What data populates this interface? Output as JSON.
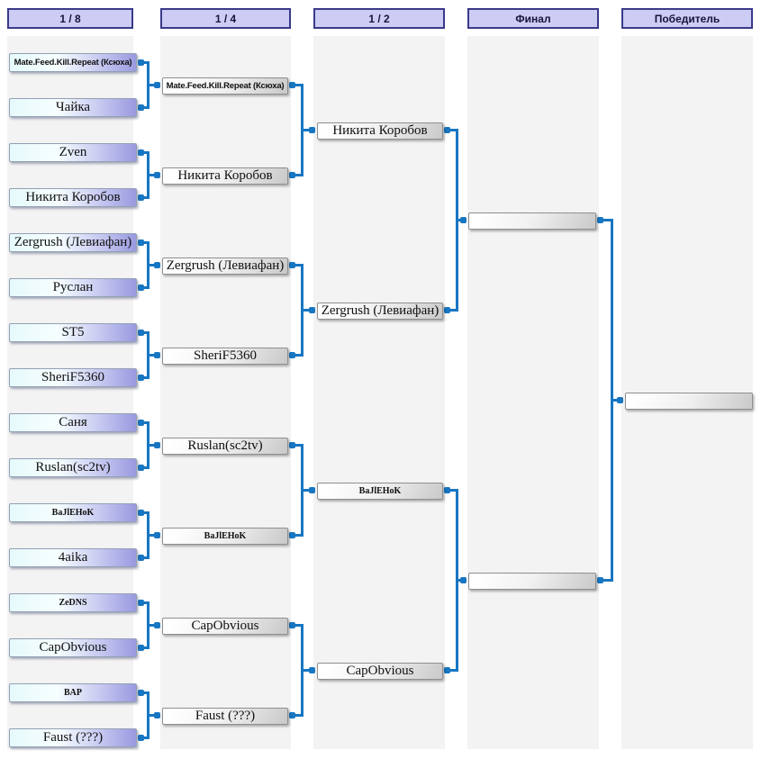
{
  "columns": [
    {
      "label": "1 / 8"
    },
    {
      "label": "1 / 4"
    },
    {
      "label": "1 / 2"
    },
    {
      "label": "Финал"
    },
    {
      "label": "Победитель"
    }
  ],
  "rounds": {
    "r16": [
      "Mate.Feed.Kill.Repeat (Ксюха)",
      "Чайка",
      "Zven",
      "Никита Коробов",
      "Zergrush (Левиафан)",
      "Руслан",
      "ST5",
      "SheriF5360",
      "Саня",
      "Ruslan(sc2tv)",
      "BaJlEHoK",
      "4aika",
      "ZeDNS",
      "CapObvious",
      "BAP",
      "Faust (???)"
    ],
    "quarterfinals": [
      "Mate.Feed.Kill.Repeat (Ксюха)",
      "Никита Коробов",
      "Zergrush (Левиафан)",
      "SheriF5360",
      "Ruslan(sc2tv)",
      "BaJlEHoK",
      "CapObvious",
      "Faust (???)"
    ],
    "semifinals": [
      "Никита Коробов",
      "Zergrush (Левиафан)",
      "BaJlEHoK",
      "CapObvious"
    ],
    "final": [
      "",
      ""
    ],
    "winner": ""
  },
  "colors": {
    "connector": "#1776c2",
    "header_fill": "#ccccf4",
    "header_border": "#3a3a8a",
    "lane_fill": "#f3f3f3",
    "participant_gradient_start": "#e6fafb",
    "participant_gradient_end": "#9a99e0"
  }
}
